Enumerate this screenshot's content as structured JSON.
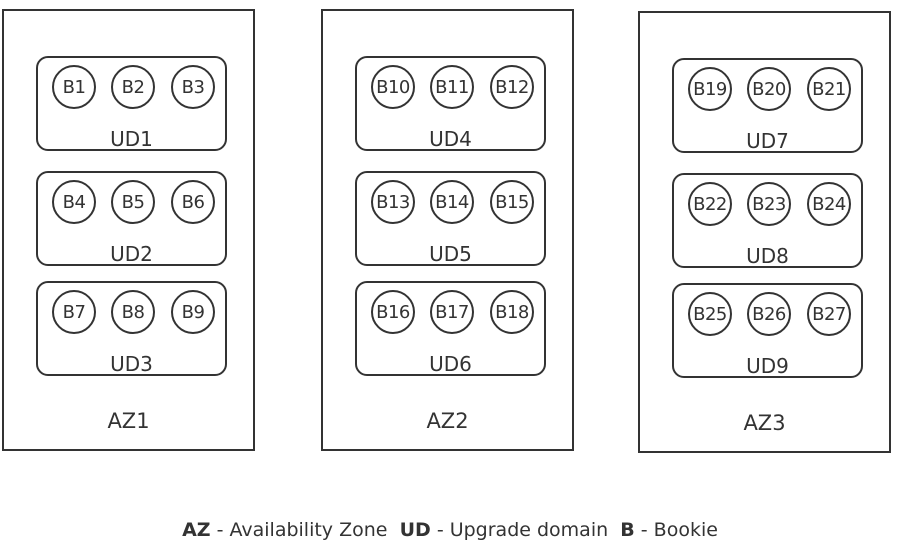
{
  "zones": [
    {
      "label": "AZ1",
      "domains": [
        {
          "label": "UD1",
          "bookies": [
            "B1",
            "B2",
            "B3"
          ]
        },
        {
          "label": "UD2",
          "bookies": [
            "B4",
            "B5",
            "B6"
          ]
        },
        {
          "label": "UD3",
          "bookies": [
            "B7",
            "B8",
            "B9"
          ]
        }
      ]
    },
    {
      "label": "AZ2",
      "domains": [
        {
          "label": "UD4",
          "bookies": [
            "B10",
            "B11",
            "B12"
          ]
        },
        {
          "label": "UD5",
          "bookies": [
            "B13",
            "B14",
            "B15"
          ]
        },
        {
          "label": "UD6",
          "bookies": [
            "B16",
            "B17",
            "B18"
          ]
        }
      ]
    },
    {
      "label": "AZ3",
      "domains": [
        {
          "label": "UD7",
          "bookies": [
            "B19",
            "B20",
            "B21"
          ]
        },
        {
          "label": "UD8",
          "bookies": [
            "B22",
            "B23",
            "B24"
          ]
        },
        {
          "label": "UD9",
          "bookies": [
            "B25",
            "B26",
            "B27"
          ]
        }
      ]
    }
  ],
  "legend": [
    {
      "abbr": "AZ",
      "meaning": "- Availability Zone"
    },
    {
      "abbr": "UD",
      "meaning": "- Upgrade domain"
    },
    {
      "abbr": "B",
      "meaning": "- Bookie"
    }
  ],
  "colors": {
    "stroke": "#333333",
    "background": "#ffffff"
  }
}
